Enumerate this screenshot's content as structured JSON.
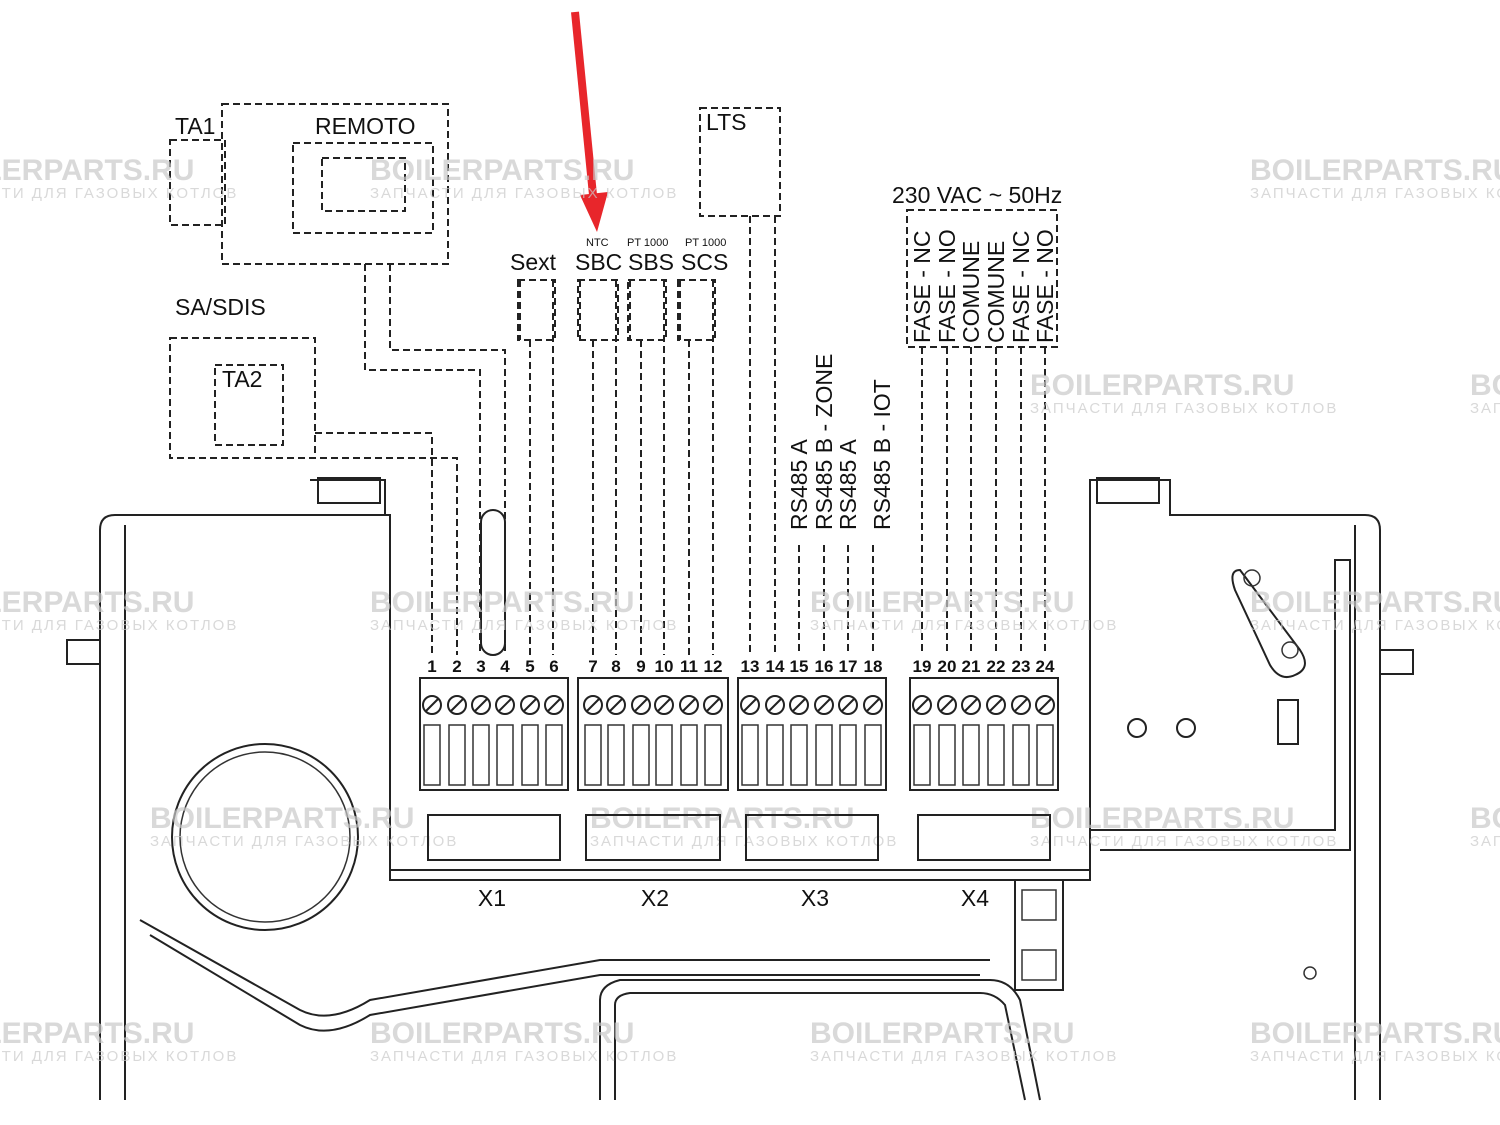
{
  "title_labels": {
    "ta1": "TA1",
    "remoto": "REMOTO",
    "sa_sdis": "SA/SDIS",
    "ta2": "TA2",
    "lts": "LTS",
    "sext": "Sext",
    "sbc": "SBC",
    "sbs": "SBS",
    "scs": "SCS",
    "sbc_type": "NTC",
    "sbs_type": "PT 1000",
    "scs_type": "PT 1000",
    "power": "230 VAC ~ 50Hz"
  },
  "bus_labels": [
    "RS485 A",
    "RS485 B - ZONE",
    "RS485 A",
    "RS485 B - IOT"
  ],
  "relay_labels": [
    "FASE - NC",
    "FASE - NO",
    "COMUNE",
    "COMUNE",
    "FASE - NC",
    "FASE - NO"
  ],
  "connectors": [
    "X1",
    "X2",
    "X3",
    "X4"
  ],
  "terminals": [
    "1",
    "2",
    "3",
    "4",
    "5",
    "6",
    "7",
    "8",
    "9",
    "10",
    "11",
    "12",
    "13",
    "14",
    "15",
    "16",
    "17",
    "18",
    "19",
    "20",
    "21",
    "22",
    "23",
    "24"
  ],
  "watermark": {
    "brand": "BOILERPARTS.RU",
    "tagline": "ЗАПЧАСТИ ДЛЯ ГАЗОВЫХ КОТЛОВ"
  },
  "colors": {
    "arrow": "#e8262b",
    "line": "#222222"
  }
}
